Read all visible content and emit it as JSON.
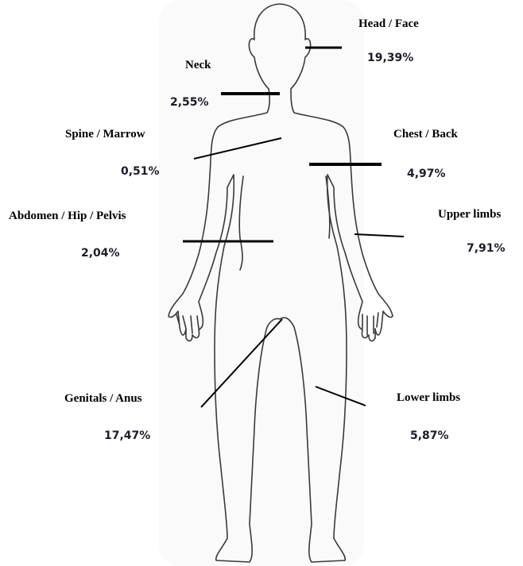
{
  "colors": {
    "outline": "#3a3a3a",
    "leader": "#000000",
    "label": "#000000",
    "percent": "#1c1c2a"
  },
  "regions": [
    {
      "id": "head-face",
      "label": "Head / Face",
      "percent": "19,39%"
    },
    {
      "id": "neck",
      "label": "Neck",
      "percent": "2,55%"
    },
    {
      "id": "spine-marrow",
      "label": "Spine / Marrow",
      "percent": "0,51%"
    },
    {
      "id": "chest-back",
      "label": "Chest / Back",
      "percent": "4,97%"
    },
    {
      "id": "abdomen-hip-pelvis",
      "label": "Abdomen / Hip / Pelvis",
      "percent": "2,04%"
    },
    {
      "id": "upper-limbs",
      "label": "Upper limbs",
      "percent": "7,91%"
    },
    {
      "id": "genitals-anus",
      "label": "Genitals / Anus",
      "percent": "17,47%"
    },
    {
      "id": "lower-limbs",
      "label": "Lower limbs",
      "percent": "5,87%"
    }
  ]
}
